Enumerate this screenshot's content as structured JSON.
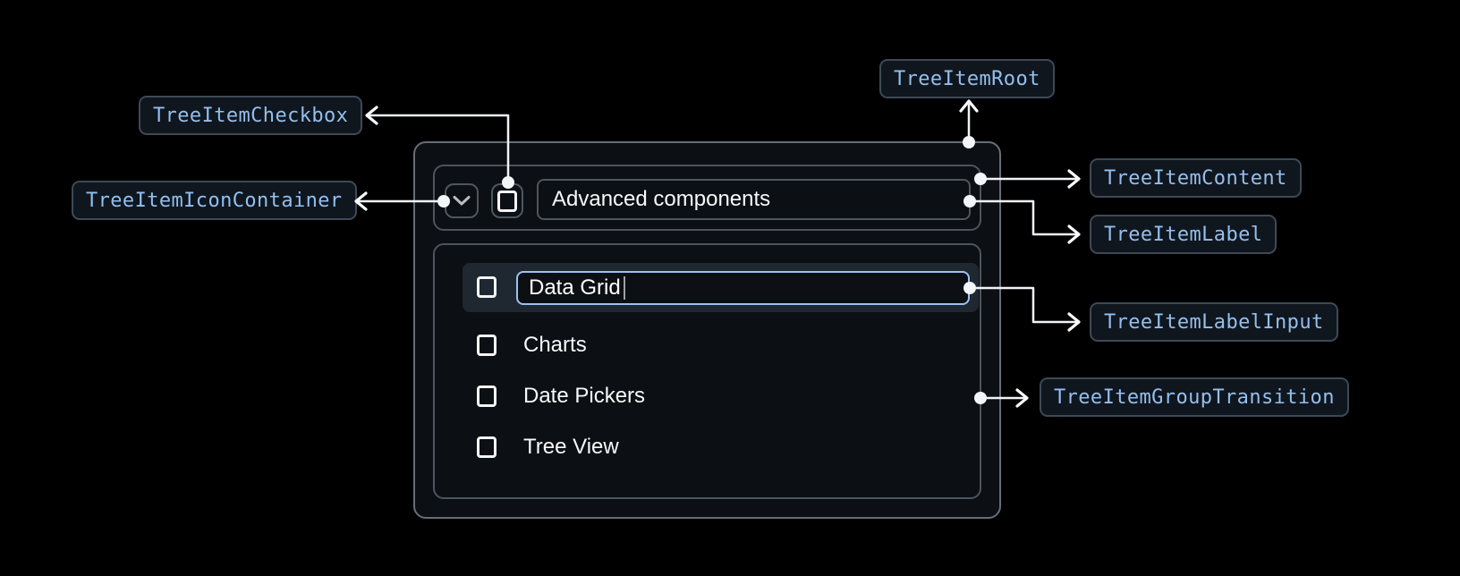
{
  "anatomy_labels": {
    "checkbox": "TreeItemCheckbox",
    "icon_container": "TreeItemIconContainer",
    "root": "TreeItemRoot",
    "content": "TreeItemContent",
    "label": "TreeItemLabel",
    "label_input": "TreeItemLabelInput",
    "group_transition": "TreeItemGroupTransition"
  },
  "tree": {
    "parent": {
      "label": "Advanced components",
      "expanded": true,
      "checked": false
    },
    "children": [
      {
        "label": "Data Grid",
        "state": "editing",
        "checked": false
      },
      {
        "label": "Charts",
        "checked": false
      },
      {
        "label": "Date Pickers",
        "checked": false
      },
      {
        "label": "Tree View",
        "checked": false
      }
    ]
  },
  "icons": {
    "expand": "chevron-down-icon",
    "checkbox": "checkbox-unchecked-icon"
  },
  "colors": {
    "background": "#000000",
    "chip_text": "#93bfee",
    "chip_border": "#3e4956",
    "chip_background": "#10161e",
    "root_border": "#666e78",
    "inner_border": "#4c545e",
    "row_highlight": "#1f2731",
    "input_border": "#9cc3f0",
    "connector": "#f1f4f7",
    "text": "#f7f9fa"
  }
}
